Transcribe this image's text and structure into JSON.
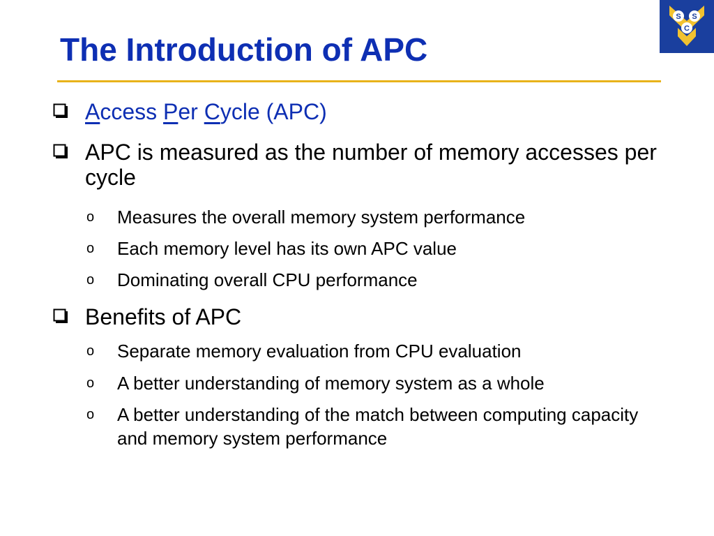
{
  "slide": {
    "title": "The Introduction of APC",
    "logo_letters": [
      "S",
      "S",
      "C"
    ],
    "colors": {
      "title": "#0e2fb3",
      "rule": "#e8b21a",
      "logo_bg": "#1a3f9e",
      "logo_chevron": "#f2c230"
    }
  },
  "bullets": [
    {
      "type": "acronym",
      "parts": [
        "A",
        "ccess ",
        "P",
        "er ",
        "C",
        "ycle (APC)"
      ]
    },
    {
      "text": "APC is measured as the number of memory accesses per cycle",
      "sub": [
        "Measures the overall memory system performance",
        "Each memory level has its own APC value",
        "Dominating overall CPU performance"
      ]
    },
    {
      "text": "Benefits of APC",
      "sub": [
        "Separate memory evaluation from CPU evaluation",
        "A better understanding of memory system as a whole",
        "A better understanding of the match between computing capacity and memory system performance"
      ]
    }
  ],
  "icons": {
    "level1": "checkbox-square-icon",
    "level2": "hollow-circle-bullet-icon"
  },
  "sub_marker": "o"
}
